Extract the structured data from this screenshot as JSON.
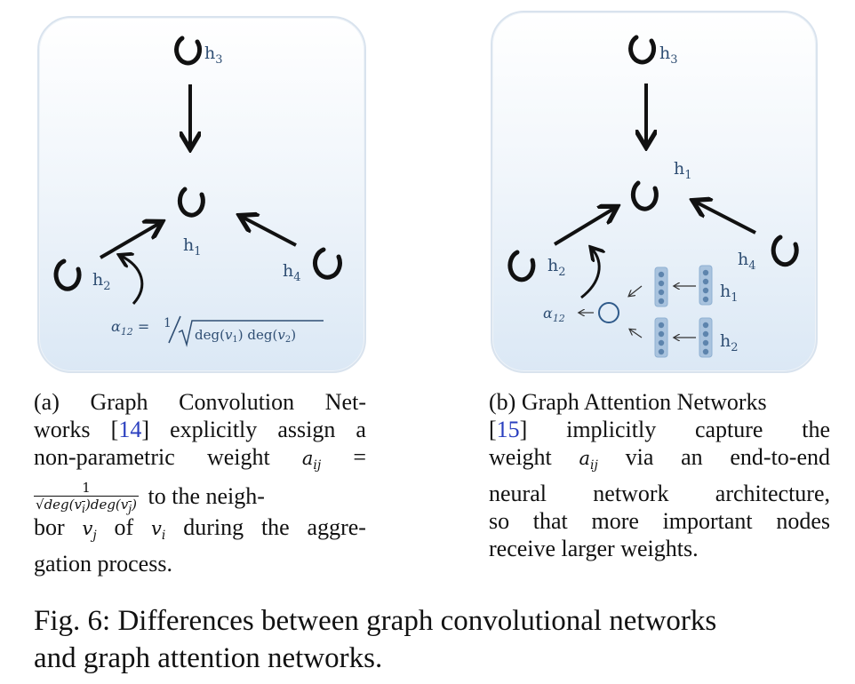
{
  "panel_a": {
    "labels": {
      "h1": "h1",
      "h2": "h2",
      "h3": "h3",
      "h4": "h4"
    },
    "alpha_label": "α12",
    "alpha_formula": "= 1/√(deg(v1) deg(v2))"
  },
  "panel_b": {
    "labels": {
      "h1": "h1",
      "h2": "h2",
      "h3": "h3",
      "h4": "h4",
      "vec_h1": "h1",
      "vec_h2": "h2"
    },
    "alpha_label": "α12"
  },
  "caption_a": {
    "prefix": "(a) Graph Convolution Net-",
    "line2_start": "works [",
    "ref": "14",
    "line2_end": "] explicitly assign a",
    "line3": "non-parametric weight a",
    "line3_sub": "ij",
    "line3_eq": "=",
    "frac_num": "1",
    "frac_den": "√deg(vi)deg(vj)",
    "line4_end": "to the neigh-",
    "line5": "bor v",
    "line5_sub_j": "j",
    "line5_mid": " of v",
    "line5_sub_i": "i",
    "line5_end": " during the aggre-",
    "line6": "gation process."
  },
  "caption_b": {
    "line1": "(b) Graph Attention Networks",
    "ref_open": "[",
    "ref": "15",
    "ref_close": "]",
    "line2_end": "implicitly capture the",
    "line3": "weight a",
    "line3_sub": "ij",
    "line3_end": " via an end-to-end",
    "line4": "neural network architecture,",
    "line5": "so that more important nodes",
    "line6": "receive larger weights."
  },
  "figure_caption": {
    "line1": "Fig. 6: Differences between graph convolutional networks",
    "line2": "and graph attention networks."
  }
}
